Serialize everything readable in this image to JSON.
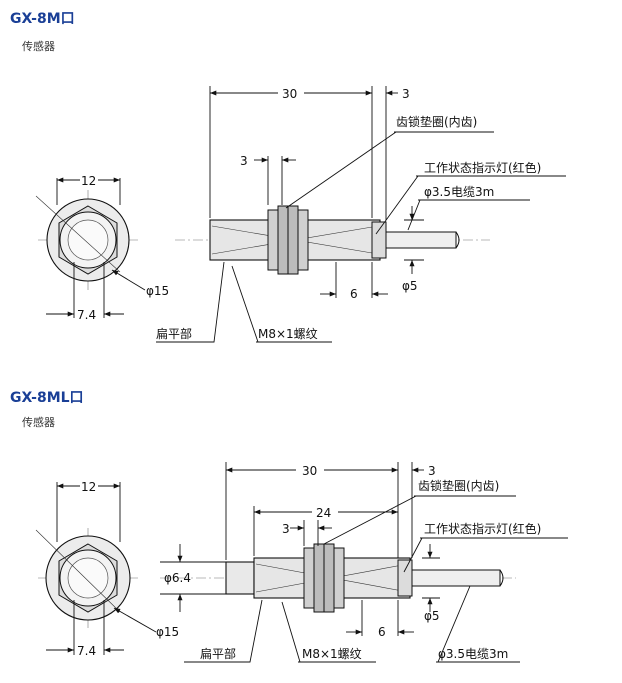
{
  "sections": [
    {
      "title": "GX-8M口",
      "subtitle": "传感器",
      "labels": {
        "dim_30": "30",
        "dim_3_right": "3",
        "dim_3_left": "3",
        "dim_12": "12",
        "dim_7_4": "7.4",
        "dim_6": "6",
        "phi15": "φ15",
        "phi5": "φ5",
        "cable": "φ3.5电缆3m",
        "washer": "齿锁垫圈(内齿)",
        "indicator": "工作状态指示灯(红色)",
        "flat": "扁平部",
        "thread": "M8×1螺纹"
      }
    },
    {
      "title": "GX-8ML口",
      "subtitle": "传感器",
      "labels": {
        "dim_30": "30",
        "dim_3_right": "3",
        "dim_24": "24",
        "dim_3_left": "3",
        "dim_12": "12",
        "dim_7_4": "7.4",
        "dim_6": "6",
        "phi6_4": "φ6.4",
        "phi15": "φ15",
        "phi5": "φ5",
        "cable": "φ3.5电缆3m",
        "washer": "齿锁垫圈(内齿)",
        "indicator": "工作状态指示灯(红色)",
        "flat": "扁平部",
        "thread": "M8×1螺纹"
      }
    }
  ]
}
